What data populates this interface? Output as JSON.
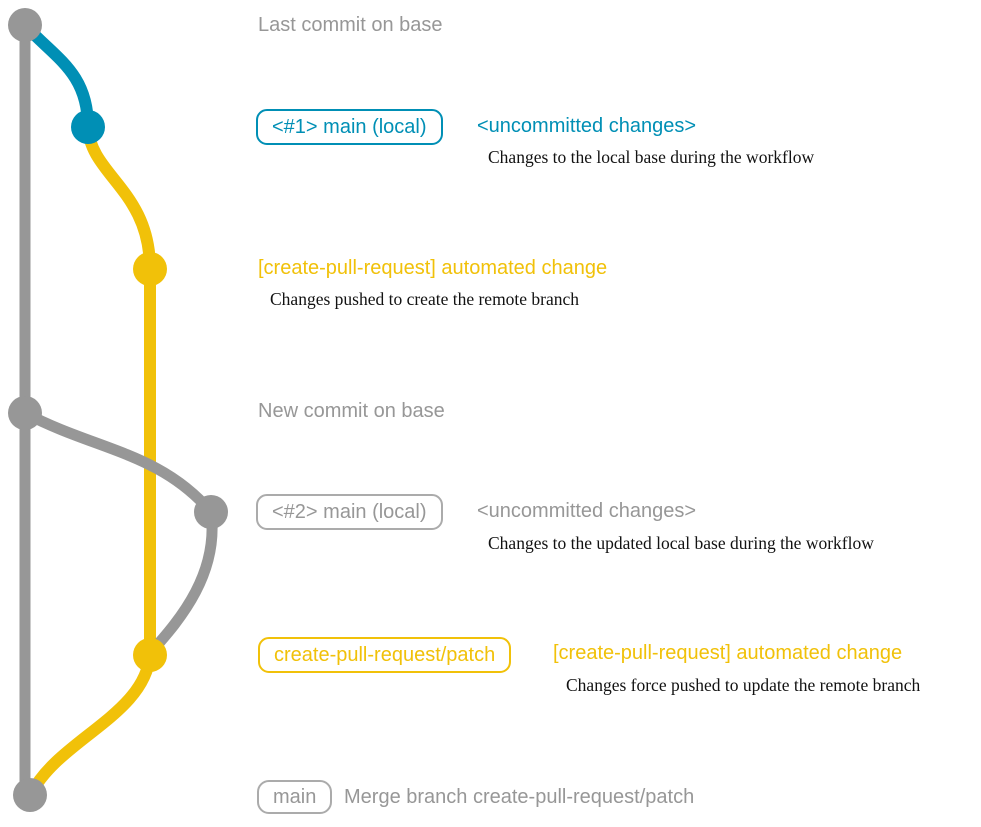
{
  "colors": {
    "gray": "#979797",
    "blue": "#008fb5",
    "yellow": "#f1c109",
    "description_text": "#121212"
  },
  "commits": [
    {
      "message": "Last commit on base"
    },
    {
      "branch_label": "<#1> main (local)",
      "message": "<uncommitted changes>",
      "description": "Changes to the local base during the workflow"
    },
    {
      "message": "[create-pull-request] automated change",
      "description": "Changes pushed to create the remote branch"
    },
    {
      "message": "New commit on base"
    },
    {
      "branch_label": "<#2> main (local)",
      "message": "<uncommitted changes>",
      "description": "Changes to the updated local base during the workflow"
    },
    {
      "branch_label": "create-pull-request/patch",
      "message": "[create-pull-request] automated change",
      "description": "Changes force pushed to update the remote branch"
    },
    {
      "branch_label": "main",
      "message": "Merge branch create-pull-request/patch"
    }
  ]
}
